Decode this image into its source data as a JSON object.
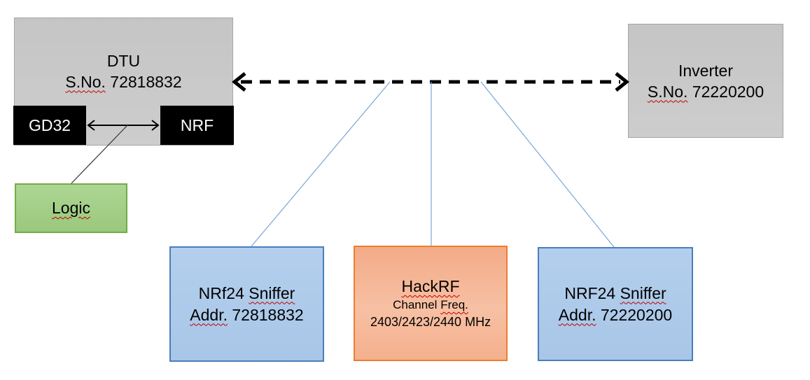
{
  "colors": {
    "box_gray": "#C9C9C9",
    "box_gray_border": "#A6A6A6",
    "box_black": "#000000",
    "box_green": "#A9D18E",
    "box_green_border": "#70AD47",
    "box_blue": "#AECBEA",
    "box_blue_border": "#4A7EBB",
    "box_orange": "#F6BB9D",
    "box_orange_border": "#ED7D31",
    "connector_blue": "#7CA5D8",
    "arrow_black": "#000000",
    "spellcheck_red": "#C00000"
  },
  "nodes": {
    "dtu": {
      "title": "DTU",
      "serial_label": "S.No.",
      "serial_value": "72818832"
    },
    "gd32": {
      "label": "GD32"
    },
    "nrf": {
      "label": "NRF"
    },
    "logic": {
      "label": "Logic"
    },
    "inverter": {
      "title": "Inverter",
      "serial_label": "S.No.",
      "serial_value": "72220200"
    },
    "sniffer_left": {
      "name": "NRf24",
      "type": "Sniffer",
      "addr_label": "Addr.",
      "addr_value": "72818832"
    },
    "hackrf": {
      "title": "HackRF",
      "channel_word": "Channel",
      "freq_word": "Freq.",
      "frequencies": "2403/2423/2440 MHz"
    },
    "sniffer_right": {
      "name": "NRF24",
      "type": "Sniffer",
      "addr_label": "Addr.",
      "addr_value": "72220200"
    }
  }
}
